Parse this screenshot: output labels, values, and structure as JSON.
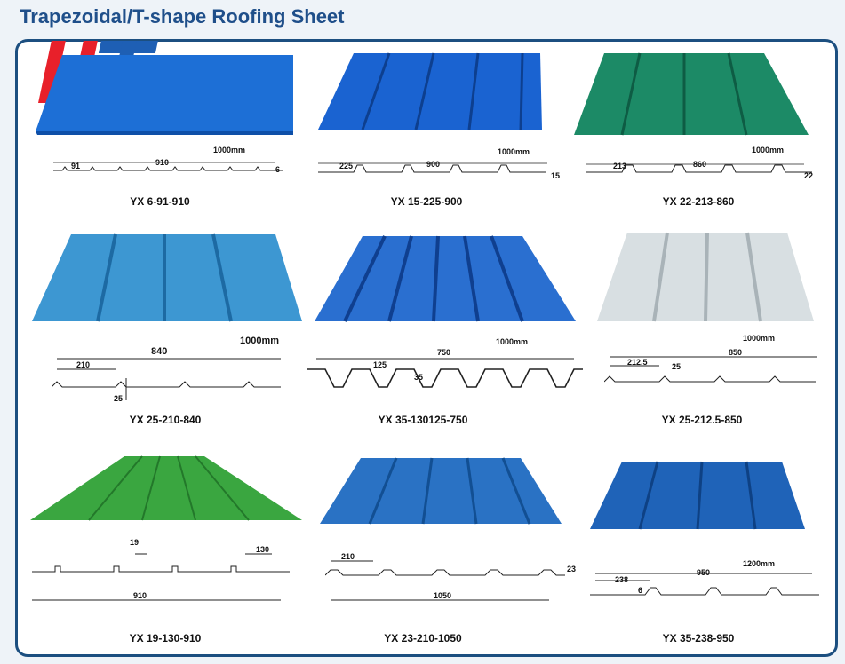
{
  "title": "Trapezoidal/T-shape Roofing Sheet",
  "logo_text": "HT",
  "colors": {
    "frame": "#1c4f80",
    "title": "#1f4f8a",
    "logo_h": "#e8202a",
    "logo_t": "#1e5fb4"
  },
  "items": [
    {
      "model": "YX 6-91-910",
      "width": "1000mm",
      "d1": "91",
      "d2": "910",
      "d3": "6",
      "sheet_color": "#1d6fd6"
    },
    {
      "model": "YX 15-225-900",
      "width": "1000mm",
      "d1": "225",
      "d2": "900",
      "d3": "15",
      "sheet_color": "#1a63d1"
    },
    {
      "model": "YX 22-213-860",
      "width": "1000mm",
      "d1": "213",
      "d2": "860",
      "d3": "22",
      "sheet_color": "#1c8a66"
    },
    {
      "model": "YX 25-210-840",
      "width": "1000mm",
      "d1": "210",
      "d2": "840",
      "d3": "25",
      "sheet_color": "#3d97d2"
    },
    {
      "model": "YX 35-130125-750",
      "width": "1000mm",
      "d1": "125",
      "d2": "750",
      "d3": "35",
      "sheet_color": "#2a6fd0"
    },
    {
      "model": "YX 25-212.5-850",
      "width": "1000mm",
      "d1": "212.5",
      "d2": "850",
      "d3": "25",
      "sheet_color": "#d8dfe2"
    },
    {
      "model": "YX 19-130-910",
      "width": "",
      "d1": "19",
      "d2": "130",
      "d3": "910",
      "sheet_color": "#3aa640"
    },
    {
      "model": "YX 23-210-1050",
      "width": "",
      "d1": "210",
      "d2": "1050",
      "d3": "23",
      "sheet_color": "#2a72c4"
    },
    {
      "model": "YX 35-238-950",
      "width": "1200mm",
      "d1": "238",
      "d2": "950",
      "d3": "6",
      "sheet_color": "#1f63b8"
    }
  ]
}
